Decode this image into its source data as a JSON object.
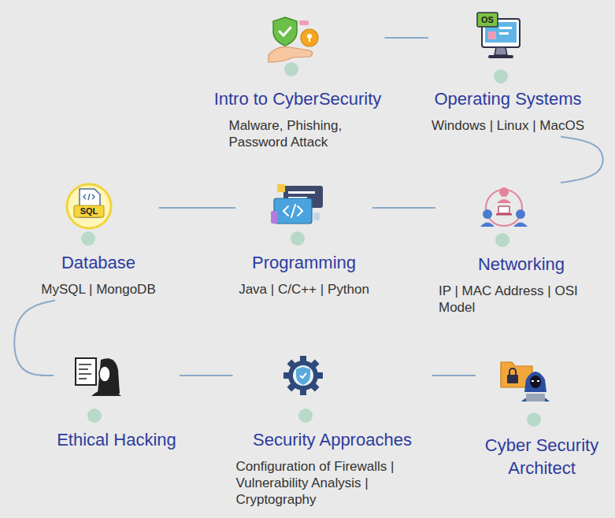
{
  "diagram": {
    "nodes": [
      {
        "text": [
          "Intro to CyberSecurity",
          "Malware, Phishing, Password Attack"
        ]
      },
      {
        "text": [
          "Operating Systems",
          "Windows | Linux | MacOS"
        ]
      },
      {
        "text": [
          "Networking",
          "IP | MAC Address | OSI Model"
        ]
      },
      {
        "text": [
          "Programming",
          "Java | C/C++ | Python"
        ]
      },
      {
        "text": [
          "Database",
          "MySQL | MongoDB"
        ]
      },
      {
        "text": [
          "Ethical Hacking"
        ]
      },
      {
        "text": [
          "Security Approaches",
          "Configuration of Firewalls | Vulnerability Analysis | Cryptography"
        ]
      },
      {
        "text": [
          "Cyber Security Architect"
        ]
      }
    ],
    "edges": [
      {
        "from": 0,
        "to": 1,
        "arrow": "none"
      },
      {
        "from": 1,
        "to": 2,
        "arrow": "none"
      },
      {
        "from": 2,
        "to": 3,
        "arrow": "none"
      },
      {
        "from": 3,
        "to": 4,
        "arrow": "none"
      },
      {
        "from": 4,
        "to": 5,
        "arrow": "none"
      },
      {
        "from": 5,
        "to": 6,
        "arrow": "none"
      },
      {
        "from": 6,
        "to": 7,
        "arrow": "none"
      }
    ],
    "labels": [
      "OS",
      "SQL"
    ]
  }
}
